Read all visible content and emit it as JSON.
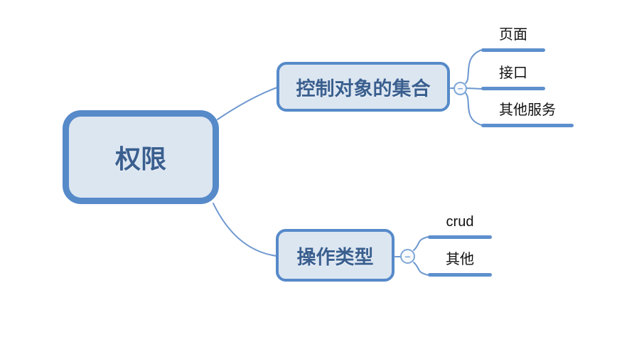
{
  "ui": {
    "collapse_glyph": "−"
  },
  "colors": {
    "node_border": "#568ac9",
    "node_fill": "#dce6f1",
    "node_text": "#3a5f8f",
    "leaf_text": "#111111",
    "connector_line": "#6d97cf",
    "leaf_underline": "#5d8fcd",
    "collapse_button": "#7fa7d8",
    "background": "#ffffff"
  },
  "mindmap": {
    "root": {
      "label": "权限"
    },
    "branches": [
      {
        "label": "控制对象的集合",
        "collapsed": false,
        "children": [
          {
            "label": "页面"
          },
          {
            "label": "接口"
          },
          {
            "label": "其他服务"
          }
        ]
      },
      {
        "label": "操作类型",
        "collapsed": false,
        "children": [
          {
            "label": "crud"
          },
          {
            "label": "其他"
          }
        ]
      }
    ]
  }
}
